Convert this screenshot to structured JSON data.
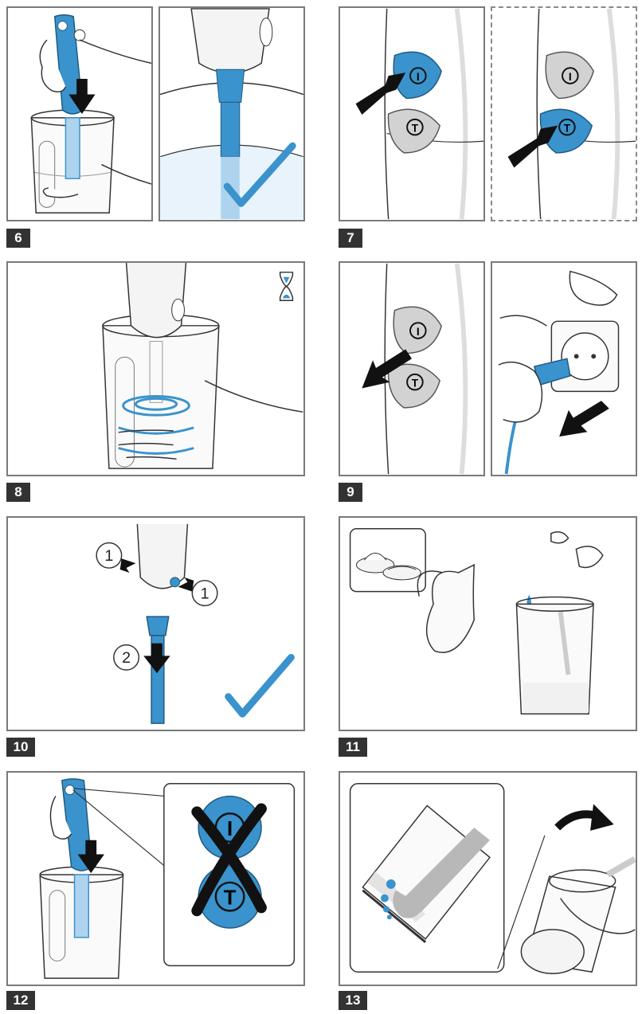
{
  "steps": {
    "s6": "6",
    "s7": "7",
    "s8": "8",
    "s9": "9",
    "s10": "10",
    "s11": "11",
    "s12": "12",
    "s13": "13"
  },
  "buttons": {
    "power": "I",
    "turbo": "T"
  },
  "callouts": {
    "one": "1",
    "two": "2"
  },
  "colors": {
    "accent": "#3a93cc",
    "frame": "#7a7a7a",
    "badge": "#333333",
    "arrow": "#111111",
    "grey_button": "#c9c9c9"
  },
  "icons": [
    "down-arrow-icon",
    "checkmark-icon",
    "hourglass-icon",
    "cross-icon",
    "curved-arrow-icon",
    "food-icon"
  ]
}
